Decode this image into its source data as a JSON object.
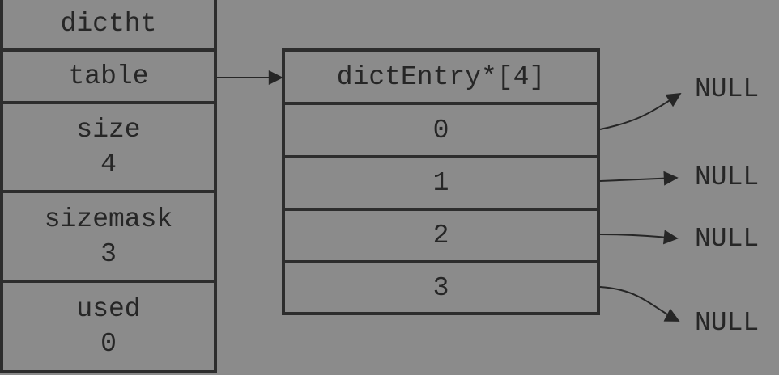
{
  "dictht": {
    "header": "dictht",
    "table_label": "table",
    "size": {
      "label": "size",
      "value": "4"
    },
    "sizemask": {
      "label": "sizemask",
      "value": "3"
    },
    "used": {
      "label": "used",
      "value": "0"
    }
  },
  "table_array": {
    "header": "dictEntry*[4]",
    "slots": [
      "0",
      "1",
      "2",
      "3"
    ]
  },
  "pointers": [
    "NULL",
    "NULL",
    "NULL",
    "NULL"
  ]
}
